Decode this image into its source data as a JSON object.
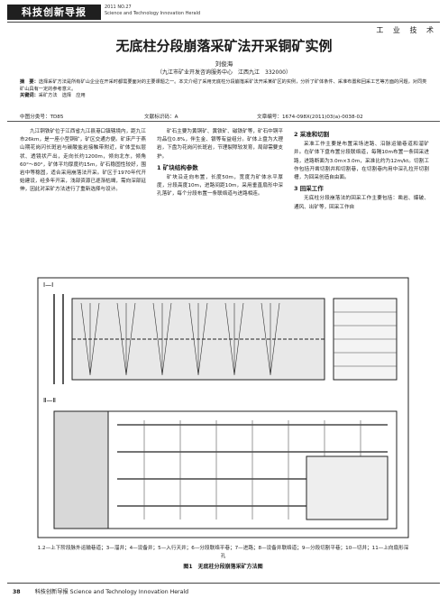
{
  "header": {
    "journal_cn": "科技创新导报",
    "issue": "2011 NO.27",
    "journal_en": "Science and Technology Innovation Herald",
    "column_tag": "工 业 技 术"
  },
  "article": {
    "title": "无底柱分段崩落采矿法开采铜矿实例",
    "author": "刘俊海",
    "affiliation": "（九江市矿业开发咨询服务中心　江西九江　332000）",
    "abstract_label": "摘　要：",
    "abstract_text": "选择采矿方法是所有矿山企业在开采时都需要面对的主要课题之一。本文介绍了采用无底柱分段崩落采矿法开采某矿区的实例，分析了矿体条件、采准布置和回采工艺等方面的问题，对同类矿山具有一定的参考意义。",
    "keywords_label": "关键词：",
    "keywords_text": "采矿方法　选择　应用",
    "clc": "中图分类号：TD85",
    "doc_code": "文献标识码：A",
    "article_no": "文章编号：1674-098X(2011)03(a)-0038-02"
  },
  "columns": {
    "c1_p1": "九江铜铁矿位于江西省九江县港口镇辖境内，距九江市26km，是一座小型铜矿，矿区交通方便。矿床产于燕山期花岗闪长斑岩与碳酸盐岩接触带附近，矿体呈似层状、透镜状产出，走向长约1200m，倾向北东，倾角60°～80°，矿体平均厚度约15m，矿石稳固性较好，围岩中等稳固，适合采用崩落法开采。矿区于1970年代开始建设，经多年开采，浅部资源已逐渐枯竭，需向深部延伸，因此对采矿方法进行了重新选择与设计。",
    "c2_p1": "矿石主要为黄铜矿、黄铁矿、磁铁矿等，矿石中铜平均品位0.8%，伴生金、银等有益组分。矿体上盘为大理岩，下盘为花岗闪长斑岩，节理裂隙较发育，局部需要支护。",
    "c2_s1": "1 矿块结构参数",
    "c2_p2": "矿块沿走向布置，长度50m，宽度为矿体水平厚度，分段高度10m，进路间距10m，采用垂直扇形中深孔落矿，每个分段布置一条联络道与进路相连。",
    "c3_s2": "2 采准和切割",
    "c3_p1": "采准工作主要是布置采场进路、沿脉运输巷道和溜矿井。在矿体下盘布置分段联络道，每隔10m布置一条回采进路，进路断面为3.0m×3.0m，采准比约为12m/kt。切割工作包括开凿切割井和切割巷，在切割巷内用中深孔拉开切割槽，为回采创造自由面。",
    "c3_s3": "3 回采工作",
    "c3_p2": "无底柱分段崩落法的回采工作主要包括：凿岩、爆破、通风、出矿等，回采工作自"
  },
  "figure": {
    "section_label_1": "Ⅰ—Ⅰ",
    "section_label_2": "Ⅱ—Ⅱ",
    "legend": "1.2—上下阶段脉外运输巷道；3—溜井；4—设备井；5—入行天井；6—分段联络平巷；7—进路；8—设备井联络道；9—分段切割平巷；10—切井；11—上向扇形深孔",
    "title": "图1　无底柱分段崩落采矿方法图"
  },
  "footer": {
    "page": "38",
    "text": "科技创新导报 Science and Technology Innovation Herald"
  }
}
